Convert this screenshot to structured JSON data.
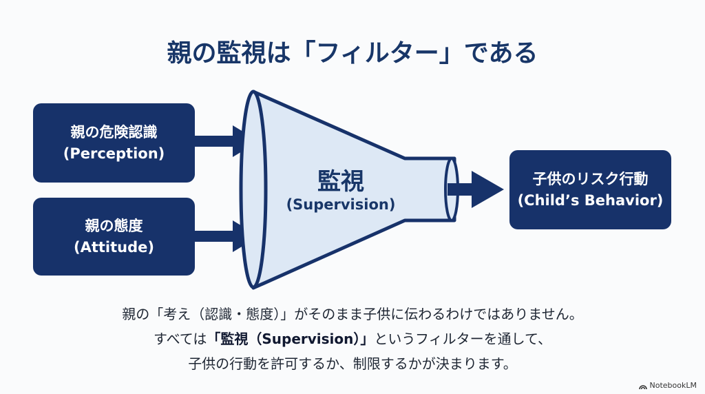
{
  "title": "親の監視は「フィルター」である",
  "inputs": [
    {
      "line1": "親の危険認識",
      "line2": "(Perception)"
    },
    {
      "line1": "親の態度",
      "line2": "(Attitude)"
    }
  ],
  "filter": {
    "line1": "監視",
    "line2": "(Supervision)"
  },
  "output": {
    "line1": "子供のリスク行動",
    "line2": "(Child’s Behavior)"
  },
  "caption": {
    "line1": "親の「考え（認識・態度）」がそのまま子供に伝わるわけではありません。",
    "line2_pre": "すべては",
    "line2_bold": "「監視（Supervision）」",
    "line2_post": "というフィルターを通して、",
    "line3": "子供の行動を許可するか、制限するかが決まります。"
  },
  "brand": "NotebookLM",
  "colors": {
    "navy": "#17326a",
    "funnel_fill": "#dde8f5"
  }
}
